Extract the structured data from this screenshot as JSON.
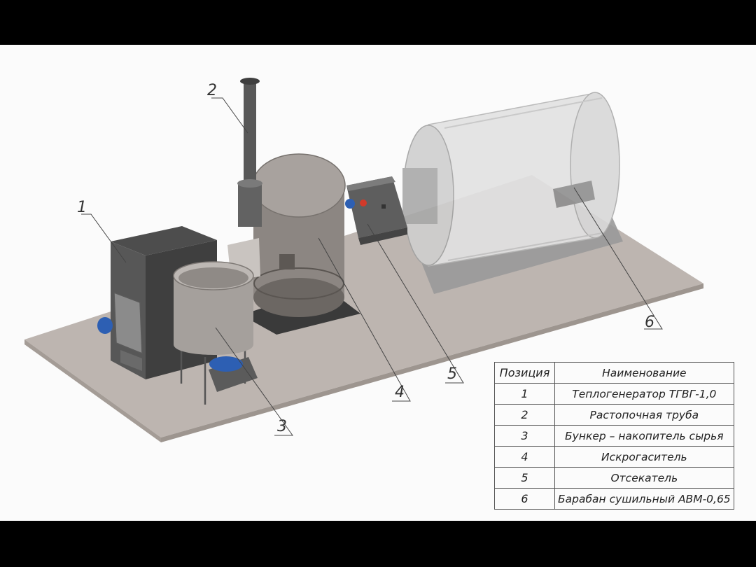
{
  "callouts": [
    "1",
    "2",
    "3",
    "4",
    "5",
    "6"
  ],
  "legend": {
    "headers": [
      "Позиция",
      "Наименование"
    ],
    "rows": [
      {
        "pos": "1",
        "name": "Теплогенератор ТГВГ-1,0"
      },
      {
        "pos": "2",
        "name": "Растопочная труба"
      },
      {
        "pos": "3",
        "name": "Бункер – накопитель сырья"
      },
      {
        "pos": "4",
        "name": "Искрогаситель"
      },
      {
        "pos": "5",
        "name": "Отсекатель"
      },
      {
        "pos": "6",
        "name": "Барабан сушильный АВМ-0,65"
      }
    ]
  }
}
